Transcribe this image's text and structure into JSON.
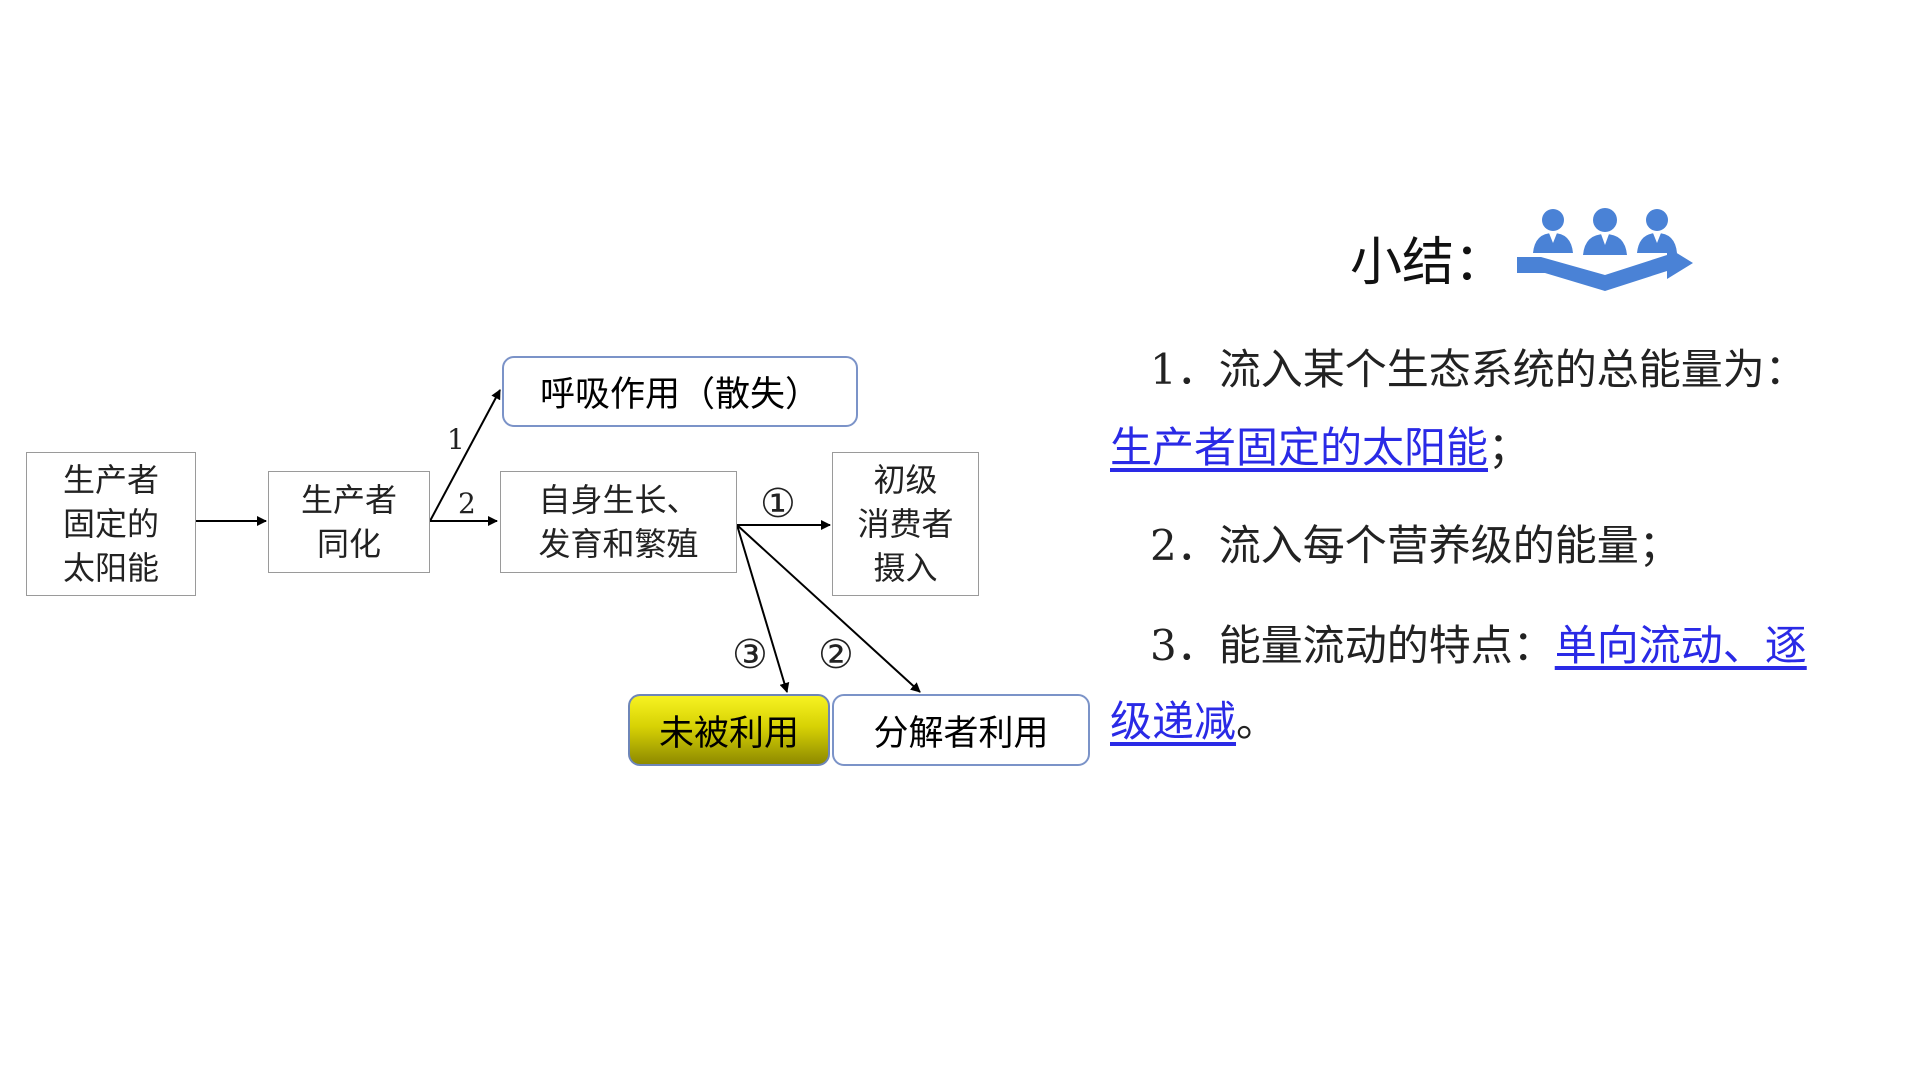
{
  "diagram": {
    "nodes": {
      "sun": "生产者\n固定的\n太阳能",
      "assim": "生产者\n同化",
      "resp": "呼吸作用（散失）",
      "growth": "自身生长、\n发育和繁殖",
      "consumer": "初级\n消费者\n摄入",
      "unused": "未被利用",
      "decomp": "分解者利用"
    },
    "labels": {
      "branch1": "1",
      "branch2": "2",
      "c1": "①",
      "c2": "②",
      "c3": "③"
    }
  },
  "summary": {
    "title": "小结：",
    "icon": "team-icon",
    "item1_prefix": "1．流入某个生态系统的总能量为：",
    "item1_answer": "生产者固定的太阳能",
    "item1_end": "；",
    "item2": "2．流入每个营养级的能量；",
    "item3_prefix": "3．能量流动的特点：",
    "item3_answer_a": "单向流动、逐",
    "item3_answer_b": "级递减",
    "item3_end": "。"
  },
  "colors": {
    "link": "#2a2ae6",
    "icon": "#4a82d6",
    "yellow_box": "#e6e010",
    "box_border": "#7b93c8"
  }
}
